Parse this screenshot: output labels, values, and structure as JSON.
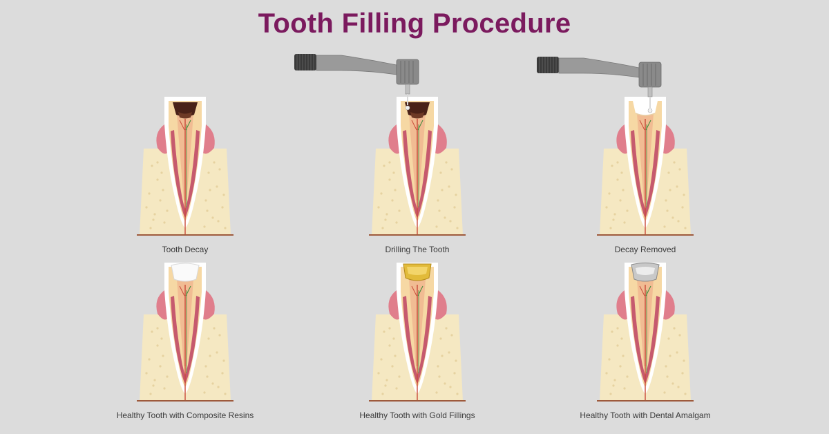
{
  "title": "Tooth Filling Procedure",
  "colors": {
    "title": "#7b1a5e",
    "background": "#dcdcdc",
    "bone": "#f5e8c2",
    "gum": "#e07e8c",
    "dentin": "#f6d8a4",
    "pulp": "#f1bc93",
    "decay": "#4a2218",
    "composite": "#fafafa",
    "gold": "#e2bb3a",
    "amalgam": "#c8c8c8"
  },
  "steps": [
    {
      "caption": "Tooth Decay",
      "crown": "decay",
      "drill": false
    },
    {
      "caption": "Drilling The Tooth",
      "crown": "decay",
      "drill": true
    },
    {
      "caption": "Decay Removed",
      "crown": "cavity",
      "drill": true
    },
    {
      "caption": "Healthy Tooth with Composite Resins",
      "crown": "composite",
      "drill": false
    },
    {
      "caption": "Healthy Tooth with Gold Fillings",
      "crown": "gold",
      "drill": false
    },
    {
      "caption": "Healthy Tooth with Dental Amalgam",
      "crown": "amalgam",
      "drill": false
    }
  ]
}
